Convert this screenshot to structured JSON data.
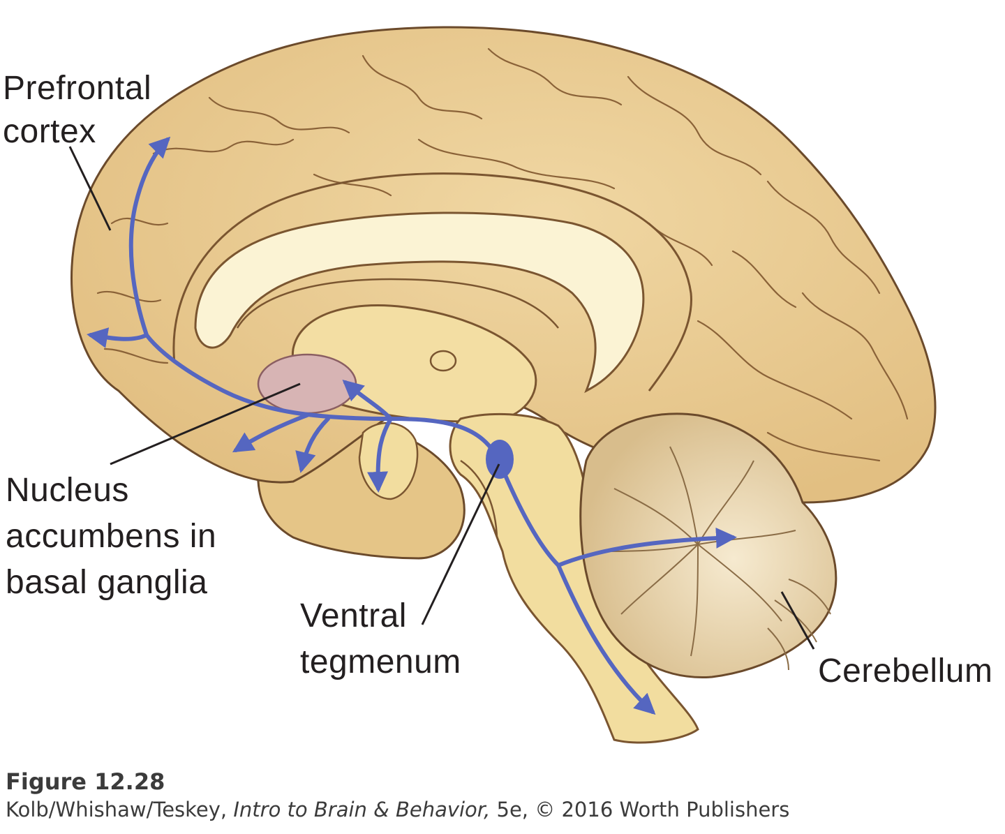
{
  "labels": {
    "prefrontal_line1": "Prefrontal",
    "prefrontal_line2": "cortex",
    "nucleus_line1": "Nucleus",
    "nucleus_line2": "accumbens in",
    "nucleus_line3": "basal ganglia",
    "ventral_line1": "Ventral",
    "ventral_line2": "tegmenum",
    "cerebellum": "Cerebellum"
  },
  "caption": {
    "figure": "Figure 12.28",
    "authors": "Kolb/Whishaw/Teskey, ",
    "book": "Intro to Brain & Behavior,",
    "rest": " 5e, © 2016 Worth Publishers"
  },
  "colors": {
    "cortex_fill": "#e9c98d",
    "cortex_outline": "#6b4a2b",
    "white_matter": "#fbf3d4",
    "brainstem": "#f2dd9f",
    "cerebellum": "#e6cf9c",
    "nucleus_accumbens": "#d7b4b4",
    "pathway": "#5566c0"
  }
}
